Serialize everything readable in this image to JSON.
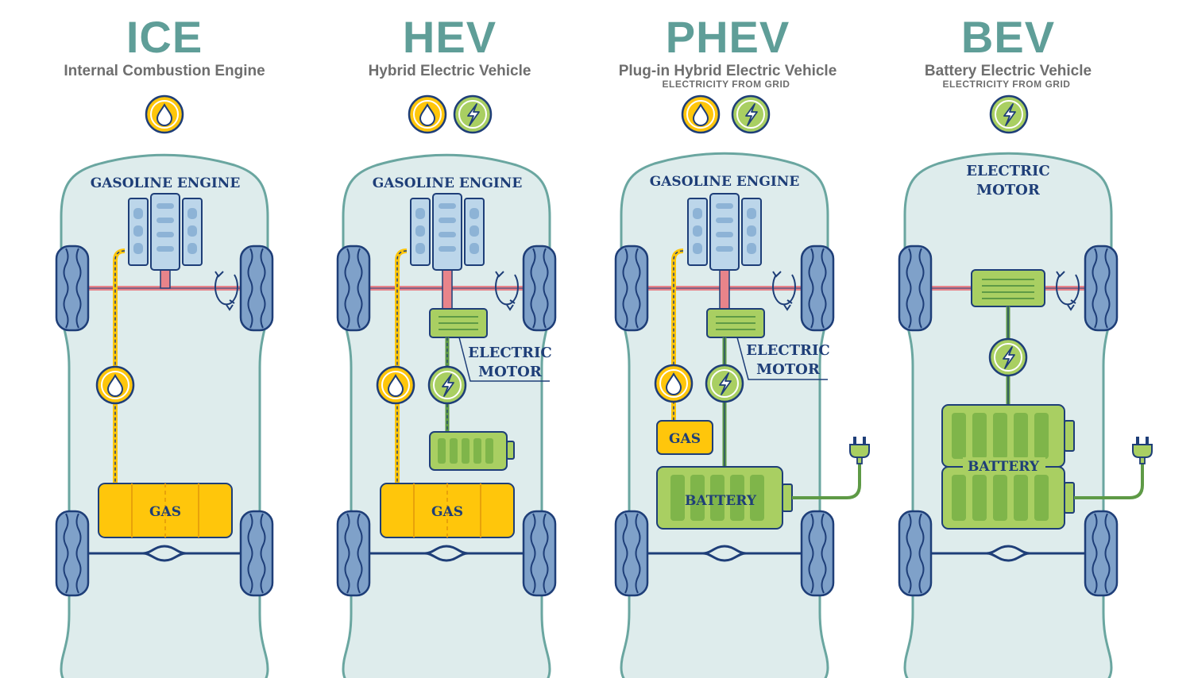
{
  "columns": [
    {
      "abbr": "ICE",
      "full_name": "Internal Combustion Engine",
      "note": "",
      "source_icons": [
        "gas-drop-icon"
      ],
      "labels": {
        "engine": "GASOLINE ENGINE",
        "tank": "GAS"
      }
    },
    {
      "abbr": "HEV",
      "full_name": "Hybrid Electric Vehicle",
      "note": "",
      "source_icons": [
        "gas-drop-icon",
        "lightning-icon"
      ],
      "labels": {
        "engine": "GASOLINE ENGINE",
        "motor_1": "ELECTRIC",
        "motor_2": "MOTOR",
        "tank": "GAS"
      }
    },
    {
      "abbr": "PHEV",
      "full_name": "Plug-in Hybrid Electric Vehicle",
      "note": "ELECTRICITY FROM GRID",
      "source_icons": [
        "gas-drop-icon",
        "lightning-icon"
      ],
      "labels": {
        "engine": "GASOLINE ENGINE",
        "motor_1": "ELECTRIC",
        "motor_2": "MOTOR",
        "tank": "GAS",
        "battery": "BATTERY"
      }
    },
    {
      "abbr": "BEV",
      "full_name": "Battery Electric Vehicle",
      "note": "ELECTRICITY FROM GRID",
      "source_icons": [
        "lightning-icon"
      ],
      "labels": {
        "motor_1": "ELECTRIC",
        "motor_2": "MOTOR",
        "battery": "BATTERY"
      }
    }
  ],
  "colors": {
    "title": "#5f9e98",
    "subtitle": "#6e6e6e",
    "car_body": "#deecec",
    "car_outline": "#6aa6a0",
    "label": "#1e3e78",
    "outline": "#1e3e78",
    "gas": "#ffc60b",
    "electric": "#a9cf62",
    "electric_dark": "#5e9a46",
    "engine": "#bcd6ea",
    "wheel": "#7fa1c9",
    "axle": "#e8848a"
  }
}
